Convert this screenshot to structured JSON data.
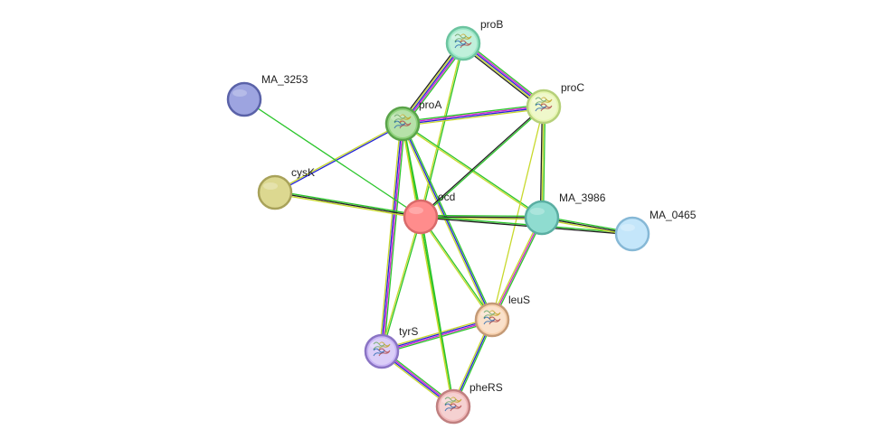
{
  "nodes": [
    {
      "id": "ocd",
      "label": "ocd",
      "color": "#ff8c8c",
      "stroke": "#d96a6a",
      "icon": "none"
    },
    {
      "id": "proB",
      "label": "proB",
      "color": "#9fe8c8",
      "stroke": "#6cc4a0",
      "icon": "protein-structure-icon"
    },
    {
      "id": "proC",
      "label": "proC",
      "color": "#e6f5b0",
      "stroke": "#b6d07a",
      "icon": "protein-structure-icon"
    },
    {
      "id": "proA",
      "label": "proA",
      "color": "#8fd27c",
      "stroke": "#5aa34a",
      "icon": "protein-structure-icon"
    },
    {
      "id": "MA_3253",
      "label": "MA_3253",
      "color": "#9da4e0",
      "stroke": "#5a62a8",
      "icon": "none"
    },
    {
      "id": "cysK",
      "label": "cysK",
      "color": "#dcd890",
      "stroke": "#a8a25a",
      "icon": "none"
    },
    {
      "id": "MA_3986",
      "label": "MA_3986",
      "color": "#8fdcd0",
      "stroke": "#5aaea2",
      "icon": "none"
    },
    {
      "id": "MA_0465",
      "label": "MA_0465",
      "color": "#c4e6fa",
      "stroke": "#86b8d6",
      "icon": "none"
    },
    {
      "id": "leuS",
      "label": "leuS",
      "color": "#f8d2b0",
      "stroke": "#c49a76",
      "icon": "protein-structure-icon"
    },
    {
      "id": "tyrS",
      "label": "tyrS",
      "color": "#c8b4f4",
      "stroke": "#8a74c4",
      "icon": "protein-structure-icon"
    },
    {
      "id": "pheRS",
      "label": "pheRS",
      "color": "#f0b8b8",
      "stroke": "#c08080",
      "icon": "protein-structure-icon"
    }
  ],
  "edge_colors": {
    "neighborhood": "#2bc52b",
    "fusion": "#d11fd1",
    "cooccurrence": "#2323d6",
    "coexpression": "#222222",
    "textmining": "#c8d92d",
    "database": "#19b4b4",
    "experimental": "#c33eb4"
  },
  "edges": [
    {
      "a": "proB",
      "b": "proA",
      "types": [
        "neighborhood",
        "fusion",
        "cooccurrence",
        "textmining",
        "coexpression"
      ]
    },
    {
      "a": "proB",
      "b": "proC",
      "types": [
        "neighborhood",
        "fusion",
        "cooccurrence",
        "textmining",
        "coexpression"
      ]
    },
    {
      "a": "proB",
      "b": "ocd",
      "types": [
        "neighborhood",
        "textmining"
      ]
    },
    {
      "a": "proA",
      "b": "proC",
      "types": [
        "neighborhood",
        "fusion",
        "cooccurrence",
        "textmining"
      ]
    },
    {
      "a": "proA",
      "b": "cysK",
      "types": [
        "cooccurrence",
        "textmining"
      ]
    },
    {
      "a": "proA",
      "b": "ocd",
      "types": [
        "neighborhood",
        "textmining"
      ]
    },
    {
      "a": "proA",
      "b": "MA_3986",
      "types": [
        "neighborhood",
        "textmining"
      ]
    },
    {
      "a": "proA",
      "b": "leuS",
      "types": [
        "neighborhood",
        "cooccurrence",
        "textmining"
      ]
    },
    {
      "a": "proA",
      "b": "tyrS",
      "types": [
        "neighborhood",
        "fusion",
        "cooccurrence",
        "textmining"
      ]
    },
    {
      "a": "proC",
      "b": "ocd",
      "types": [
        "neighborhood",
        "coexpression"
      ]
    },
    {
      "a": "proC",
      "b": "MA_3986",
      "types": [
        "neighborhood",
        "textmining",
        "coexpression"
      ]
    },
    {
      "a": "proC",
      "b": "leuS",
      "types": [
        "textmining"
      ]
    },
    {
      "a": "MA_3253",
      "b": "ocd",
      "types": [
        "neighborhood"
      ]
    },
    {
      "a": "cysK",
      "b": "ocd",
      "types": [
        "neighborhood",
        "coexpression",
        "textmining"
      ]
    },
    {
      "a": "ocd",
      "b": "MA_3986",
      "types": [
        "neighborhood",
        "coexpression",
        "textmining"
      ]
    },
    {
      "a": "ocd",
      "b": "MA_0465",
      "types": [
        "neighborhood",
        "coexpression"
      ]
    },
    {
      "a": "ocd",
      "b": "leuS",
      "types": [
        "neighborhood",
        "textmining"
      ]
    },
    {
      "a": "ocd",
      "b": "tyrS",
      "types": [
        "neighborhood",
        "textmining"
      ]
    },
    {
      "a": "ocd",
      "b": "pheRS",
      "types": [
        "neighborhood",
        "textmining"
      ]
    },
    {
      "a": "MA_3986",
      "b": "MA_0465",
      "types": [
        "neighborhood",
        "coexpression",
        "textmining"
      ]
    },
    {
      "a": "MA_3986",
      "b": "leuS",
      "types": [
        "neighborhood",
        "fusion",
        "textmining"
      ]
    },
    {
      "a": "leuS",
      "b": "tyrS",
      "types": [
        "neighborhood",
        "fusion",
        "cooccurrence",
        "textmining"
      ]
    },
    {
      "a": "leuS",
      "b": "pheRS",
      "types": [
        "neighborhood",
        "cooccurrence",
        "textmining"
      ]
    },
    {
      "a": "tyrS",
      "b": "pheRS",
      "types": [
        "neighborhood",
        "fusion",
        "cooccurrence",
        "textmining"
      ]
    },
    {
      "a": "proA",
      "b": "pheRS",
      "types": [
        "neighborhood",
        "textmining"
      ]
    }
  ]
}
